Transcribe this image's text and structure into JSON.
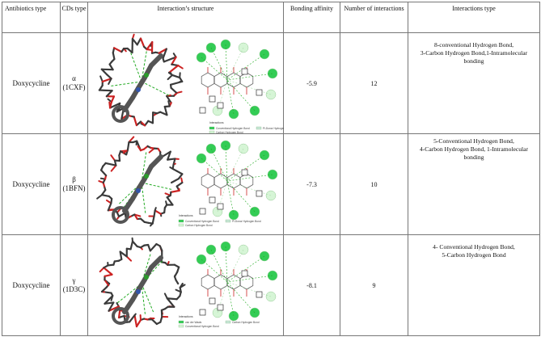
{
  "headers": {
    "antibiotics": "Antibiotics type",
    "cds": "CDs type",
    "structure": "Interaction’s structure",
    "affinity": "Bonding affinity",
    "count": "Number of interactions",
    "itype": "Interactions type"
  },
  "rows": [
    {
      "antibiotic": "Doxycycline",
      "cd_symbol": "α",
      "cd_code": "(1CXF)",
      "affinity": "-5.9",
      "count": "12",
      "types": [
        "8-conventional Hydrogen Bond,",
        "3-Carbon Hydrogen Bond,1-Intramolecular",
        "bonding"
      ],
      "legend": [
        "Conventional Hydrogen Bond",
        "Carbon Hydrogen Bond",
        "Pi-Donor Hydrogen Bond"
      ],
      "legend_title": "Interactions"
    },
    {
      "antibiotic": "Doxycycline",
      "cd_symbol": "β",
      "cd_code": "(1BFN)",
      "affinity": "-7.3",
      "count": "10",
      "types": [
        "5-Conventional Hydrogen Bond,",
        "4-Carbon Hydrogen Bond, 1-Intramolecular",
        "bonding"
      ],
      "legend": [
        "Conventional Hydrogen Bond",
        "Carbon Hydrogen Bond",
        "Pi-Donor Hydrogen Bond"
      ],
      "legend_title": "Interactions"
    },
    {
      "antibiotic": "Doxycycline",
      "cd_symbol": "γ",
      "cd_code": "(1D3C)",
      "affinity": "-8.1",
      "count": "9",
      "types": [
        "4- Conventional Hydrogen Bond,",
        "5-Carbon Hydrogen Bond"
      ],
      "legend": [
        "van der Waals",
        "Conventional Hydrogen Bond",
        "Carbon Hydrogen Bond"
      ],
      "legend_title": "Interactions"
    }
  ],
  "colors": {
    "conventional": "#33cc55",
    "carbon": "#d6f5d6",
    "pidonor": "#c8e8d8",
    "bond": "#3a3a3a",
    "oxygen": "#cc2222"
  }
}
